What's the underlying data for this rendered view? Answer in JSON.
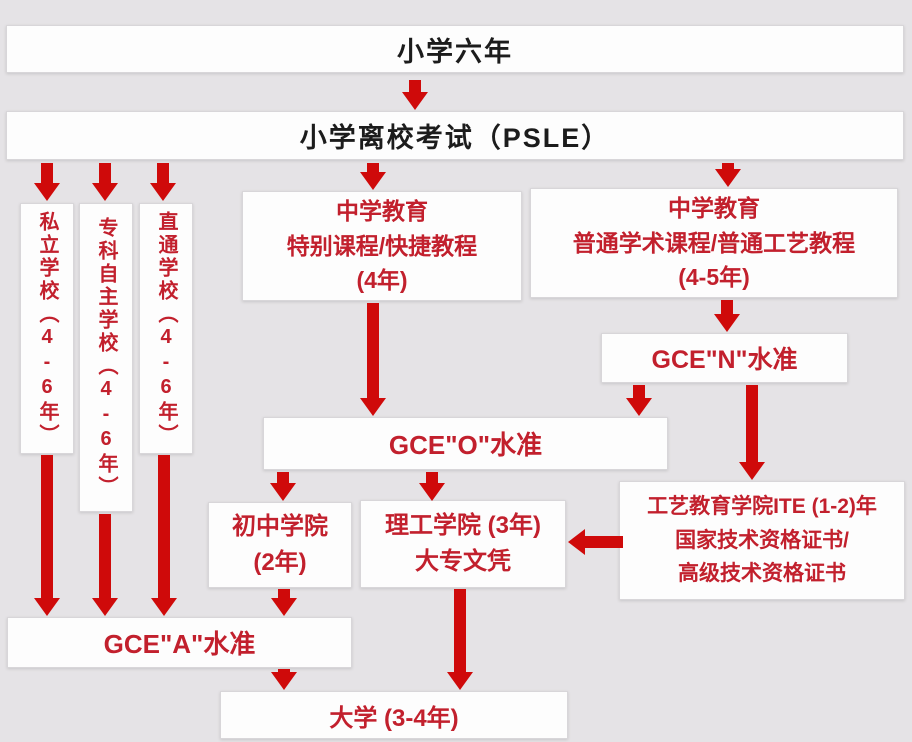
{
  "palette": {
    "background": "#e5e3e6",
    "box_background": "#fdfdfd",
    "box_border": "#d8d6d9",
    "red_text": "#c2202d",
    "arrow_red": "#cf0a0a",
    "black_text": "#1c1c1c"
  },
  "nodes": {
    "primary": {
      "label": "小学六年"
    },
    "psle": {
      "label": "小学离校考试（PSLE）"
    },
    "private_school": {
      "label": "私立学校（4-6年）"
    },
    "specialised_school": {
      "label": "专科自主学校（4-6年）"
    },
    "through_school": {
      "label": "直通学校（4-6年）"
    },
    "sec_express": {
      "lines": [
        "中学教育",
        "特别课程/快捷教程",
        "(4年)"
      ]
    },
    "sec_normal": {
      "lines": [
        "中学教育",
        "普通学术课程/普通工艺教程",
        "(4-5年)"
      ]
    },
    "gce_n": {
      "label": "GCE\"N\"水准"
    },
    "gce_o": {
      "label": "GCE\"O\"水准"
    },
    "junior_college": {
      "lines": [
        "初中学院",
        "(2年)"
      ]
    },
    "polytechnic": {
      "lines": [
        "理工学院 (3年)",
        "大专文凭"
      ]
    },
    "ite": {
      "lines": [
        "工艺教育学院ITE (1-2)年",
        "国家技术资格证书/",
        "高级技术资格证书"
      ]
    },
    "gce_a": {
      "label": "GCE\"A\"水准"
    },
    "university": {
      "label": "大学 (3-4年)"
    }
  }
}
